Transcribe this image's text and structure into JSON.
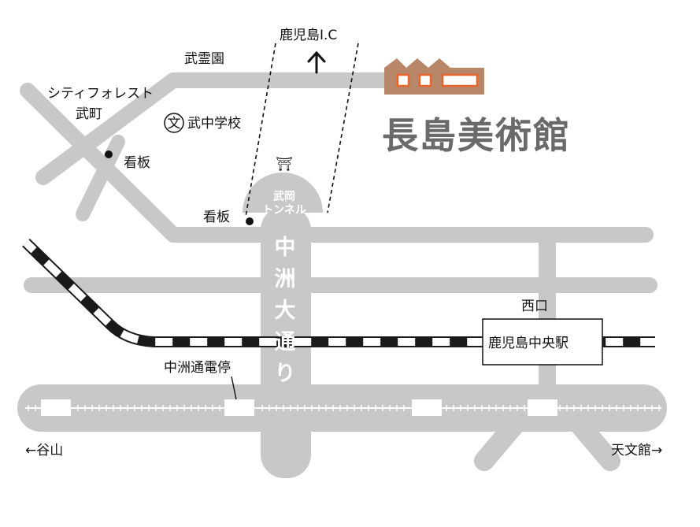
{
  "map": {
    "title": "長島美術館",
    "labels": {
      "ic": "鹿児島I.C",
      "cemetery": "武霊園",
      "city_forest_1": "シティフォレスト",
      "city_forest_2": "武町",
      "school": "武中学校",
      "school_symbol": "文",
      "sign_1": "看板",
      "sign_2": "看板",
      "tunnel_1": "武岡",
      "tunnel_2": "トンネル",
      "west_exit": "西口",
      "station": "鹿児島中央駅",
      "tram_stop": "中洲通電停",
      "to_taniyama": "←谷山",
      "to_tenmonkan": "天文館→",
      "shrine_symbol": "⛩"
    },
    "avenue_chars": [
      "中",
      "洲",
      "大",
      "通",
      "り"
    ],
    "colors": {
      "road": "#c8c8c8",
      "building": "#b8876a",
      "building_windows": "#e8642a",
      "rail_dark": "#1a1a1a",
      "title": "#6a6a6a"
    }
  }
}
